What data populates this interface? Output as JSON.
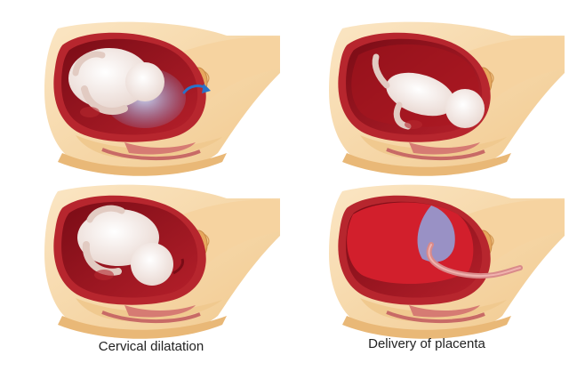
{
  "captions": {
    "cervical_dilatation": "Cervical dilatation",
    "delivery_of_placenta": "Delivery of placenta"
  },
  "colors": {
    "skin": "#f7d9a8",
    "skin_dark": "#eabf80",
    "uterus_wall": "#b7262e",
    "uterus_inner": "#7d1018",
    "amniotic_blue": "#9fb4e6",
    "fetus": "#f4e8e2",
    "cord": "#d98a8a",
    "arrow": "#2a72c8"
  },
  "panels": [
    {
      "id": "top-left",
      "icons": [
        "pelvis-cross-section-icon",
        "fetus-icon",
        "amniotic-sac-icon",
        "direction-arrow-icon"
      ]
    },
    {
      "id": "top-right",
      "icons": [
        "pelvis-cross-section-icon",
        "fetus-icon"
      ]
    },
    {
      "id": "bottom-left",
      "icons": [
        "pelvis-cross-section-icon",
        "fetus-icon"
      ]
    },
    {
      "id": "bottom-right",
      "icons": [
        "pelvis-cross-section-icon",
        "placenta-icon",
        "umbilical-cord-icon"
      ]
    }
  ]
}
